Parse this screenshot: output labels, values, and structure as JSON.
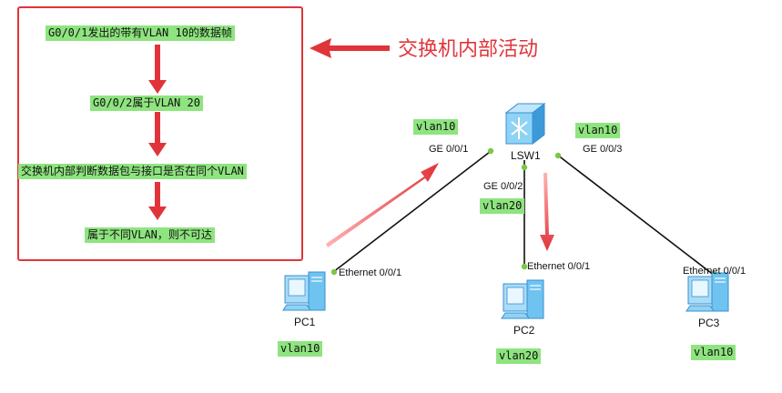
{
  "process": {
    "steps": [
      "G0/0/1发出的带有VLAN 10的数据帧",
      "G0/0/2属于VLAN 20",
      "交换机内部判断数据包与接口是否在同个VLAN",
      "属于不同VLAN，则不可达"
    ]
  },
  "callout": {
    "text": "交换机内部活动"
  },
  "switch": {
    "name": "LSW1",
    "ports": {
      "g1": "GE 0/0/1",
      "g2": "GE 0/0/2",
      "g3": "GE 0/0/3"
    },
    "vlans": {
      "g1": "vlan10",
      "g2": "vlan20",
      "g3": "vlan10"
    }
  },
  "pcs": [
    {
      "name": "PC1",
      "port": "Ethernet 0/0/1",
      "vlan": "vlan10"
    },
    {
      "name": "PC2",
      "port": "Ethernet 0/0/1",
      "vlan": "vlan20"
    },
    {
      "name": "PC3",
      "port": "Ethernet 0/0/1",
      "vlan": "vlan10"
    }
  ],
  "colors": {
    "highlight": "#8ee47f",
    "accent_red": "#e0343a",
    "link": "#111111",
    "port_dot": "#7ac943",
    "device_blue": "#4aa8e0"
  }
}
